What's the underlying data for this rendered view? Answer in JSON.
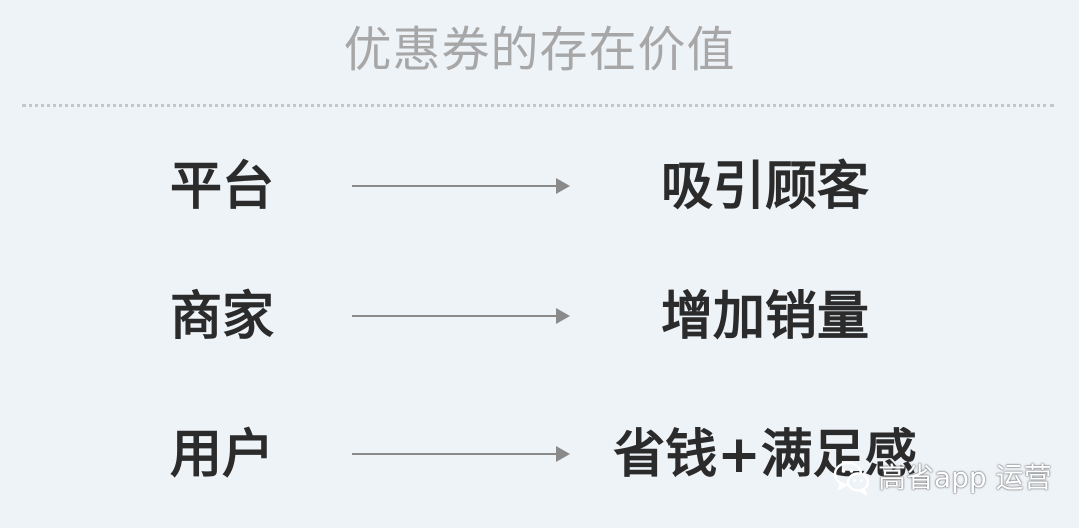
{
  "title": "优惠券的存在价值",
  "rows": [
    {
      "left": "平台",
      "right": "吸引顾客"
    },
    {
      "left": "商家",
      "right": "增加销量"
    },
    {
      "left": "用户",
      "right": "省钱+满足感"
    }
  ],
  "watermark": {
    "icon": "wechat-icon",
    "text": "高省app 运营"
  },
  "colors": {
    "background": "#eef3f8",
    "title": "#a7a7a7",
    "labels": "#2b2b2b",
    "arrow": "#8a8a8a",
    "divider": "#c4c6c9"
  }
}
